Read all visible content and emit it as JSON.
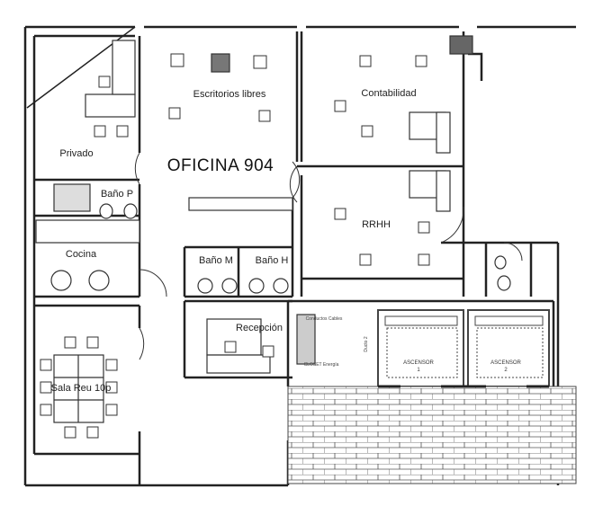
{
  "plan": {
    "title": "OFICINA 904",
    "rooms": {
      "privado": "Privado",
      "escritorios": "Escritorios libres",
      "contabilidad": "Contabilidad",
      "bano_p": "Baño P",
      "cocina": "Cocina",
      "bano_m": "Baño M",
      "bano_h": "Baño H",
      "rrhh": "RRHH",
      "recepcion": "Recepción",
      "sala_reu": "Sala Reu 10p"
    },
    "service": {
      "conductos": "Conductos Cables",
      "closet": "CLOSET Energía",
      "ducto": "Ducto 2",
      "ascensor1": "ASCENSOR",
      "ascensor1_num": "1",
      "ascensor2": "ASCENSOR",
      "ascensor2_num": "2"
    }
  }
}
